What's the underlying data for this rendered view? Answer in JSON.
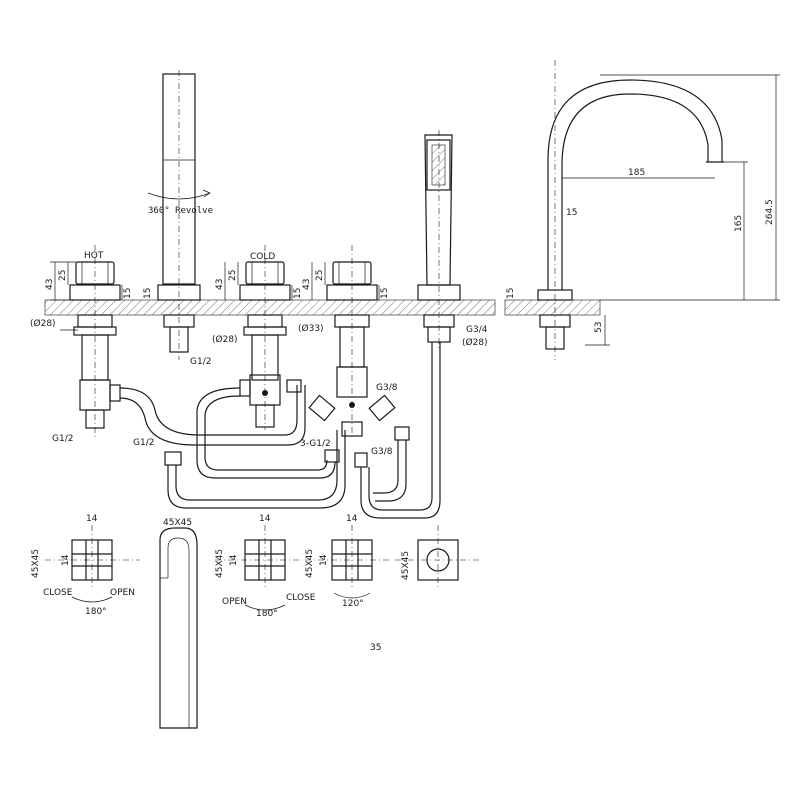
{
  "labels": {
    "hot": "HOT",
    "cold": "COLD",
    "revolve": "360° Revolve",
    "close_left": "CLOSE",
    "open_left": "OPEN",
    "angle_left": "180°",
    "open_mid": "OPEN",
    "close_mid": "CLOSE",
    "angle_mid": "180°",
    "angle_right": "120°",
    "page_number": "35"
  },
  "dimensions": {
    "d43_a": "43",
    "d25_a": "25",
    "d15_a": "15",
    "d15_spout": "15",
    "d43_b": "43",
    "d25_b": "25",
    "d15_b": "15",
    "d43_c": "43",
    "d25_c": "25",
    "d15_c": "15",
    "dia28_a": "(Ø28)",
    "g12_spout": "G1/2",
    "dia28_b": "(Ø28)",
    "dia33": "(Ø33)",
    "g34": "G3/4",
    "dia28_c": "(Ø28)",
    "g12_left": "G1/2",
    "g12_hose": "G1/2",
    "g38_a": "G3/8",
    "g38_b": "G3/8",
    "three_g12": "3-G1/2",
    "d185": "185",
    "d15_side": "15",
    "d165": "165",
    "d2645": "264.5",
    "d15_deck": "15",
    "d53": "53",
    "sq14_a": "14",
    "sq4545_a": "45X45",
    "sq14v_a": "14",
    "sq4545_top": "45X45",
    "sq14_b": "14",
    "sq4545_b": "45X45",
    "sq14v_b": "14",
    "sq14_c": "14",
    "sq4545_c": "45X45",
    "sq14v_c": "14",
    "sq4545_d": "45X45"
  }
}
